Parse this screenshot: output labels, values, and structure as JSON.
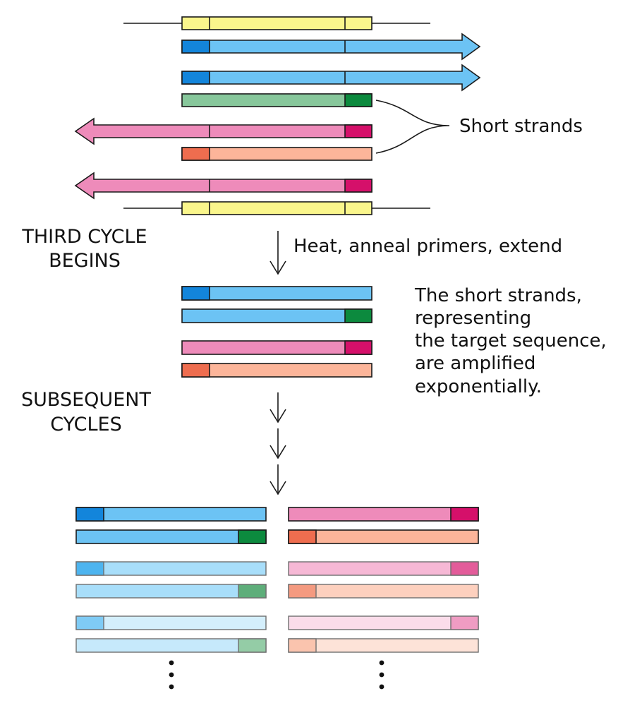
{
  "labels": {
    "short_strands": "Short strands",
    "third_cycle": [
      "THIRD CYCLE",
      "BEGINS"
    ],
    "step": "Heat, anneal primers, extend",
    "amplified_note": [
      "The short strands,",
      "representing",
      "the target sequence,",
      "are amplified",
      "exponentially."
    ],
    "subsequent": [
      "SUBSEQUENT",
      "CYCLES"
    ]
  },
  "colors": {
    "template_yellow": "#FAF68C",
    "primer_blue": "#1385DB",
    "strand_blue": "#6CC3F4",
    "strand_green": "#87C79B",
    "primer_green": "#0C8A3E",
    "strand_pink": "#EE8BBA",
    "primer_magenta": "#D5106A",
    "strand_salmon": "#FCB59A",
    "primer_orange": "#EE6D4F"
  }
}
